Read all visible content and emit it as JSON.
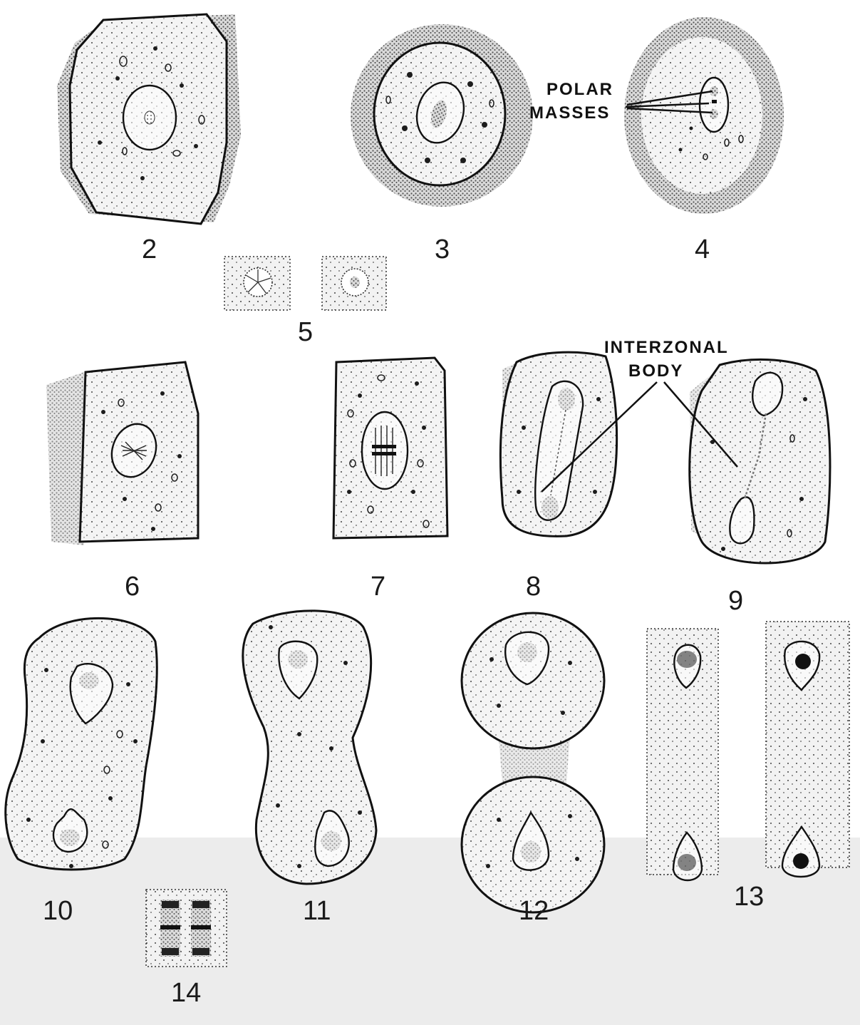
{
  "figure_numbers": [
    "2",
    "3",
    "4",
    "5",
    "6",
    "7",
    "8",
    "9",
    "10",
    "11",
    "12",
    "13",
    "14"
  ],
  "callouts": {
    "polar_masses_line1": "POLAR",
    "polar_masses_line2": "MASSES",
    "interzonal_line1": "INTERZONAL",
    "interzonal_line2": "BODY"
  },
  "colors": {
    "ink": "#111111",
    "paper": "#ffffff",
    "shadow": "#e4e4e4"
  }
}
